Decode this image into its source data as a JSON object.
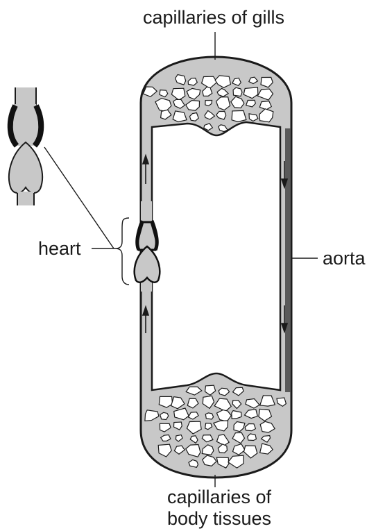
{
  "labels": {
    "capillaries_gills": "capillaries of gills",
    "heart": "heart",
    "aorta": "aorta",
    "capillaries_body_line1": "capillaries of",
    "capillaries_body_line2": "body tissues"
  },
  "colors": {
    "vessel_fill": "#c8c8c8",
    "vessel_outline": "#1a1a1a",
    "heart_dark": "#111111",
    "background": "#ffffff"
  }
}
